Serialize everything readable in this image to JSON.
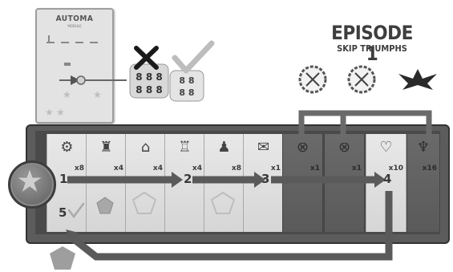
{
  "card": {
    "title": "AUTOMA",
    "subtitle": "MODULE"
  },
  "episode": {
    "title": "EPISODE 1",
    "subtitle": "SKIP TRIUMPHS"
  },
  "track": {
    "slots": [
      {
        "icon": "gears-icon",
        "glyph": "⚙",
        "multiplier": "x8",
        "shade": "light"
      },
      {
        "icon": "robot-icon",
        "glyph": "♜",
        "multiplier": "x4",
        "shade": "light"
      },
      {
        "icon": "home-icon",
        "glyph": "⌂",
        "multiplier": "x4",
        "shade": "light"
      },
      {
        "icon": "lantern-icon",
        "glyph": "♖",
        "multiplier": "x4",
        "shade": "light"
      },
      {
        "icon": "meeple-icon",
        "glyph": "♟",
        "multiplier": "x8",
        "shade": "light"
      },
      {
        "icon": "bird-letter-icon",
        "glyph": "✉",
        "multiplier": "x1",
        "shade": "light"
      },
      {
        "icon": "crossed-swords-icon",
        "glyph": "⊗",
        "multiplier": "x1",
        "shade": "dark"
      },
      {
        "icon": "crossed-swords-icon",
        "glyph": "⊗",
        "multiplier": "x1",
        "shade": "dark"
      },
      {
        "icon": "heart-icon",
        "glyph": "♡",
        "multiplier": "x10",
        "shade": "light"
      },
      {
        "icon": "wings-icon",
        "glyph": "♆",
        "multiplier": "x16",
        "shade": "dark"
      }
    ],
    "steps": [
      "1",
      "2",
      "3",
      "4",
      "5"
    ]
  },
  "colors": {
    "arrow": "#5a5a5a",
    "track": "#4a4a4a",
    "slot_light": "#e0e0e0",
    "slot_dark": "#5e5e5e"
  }
}
